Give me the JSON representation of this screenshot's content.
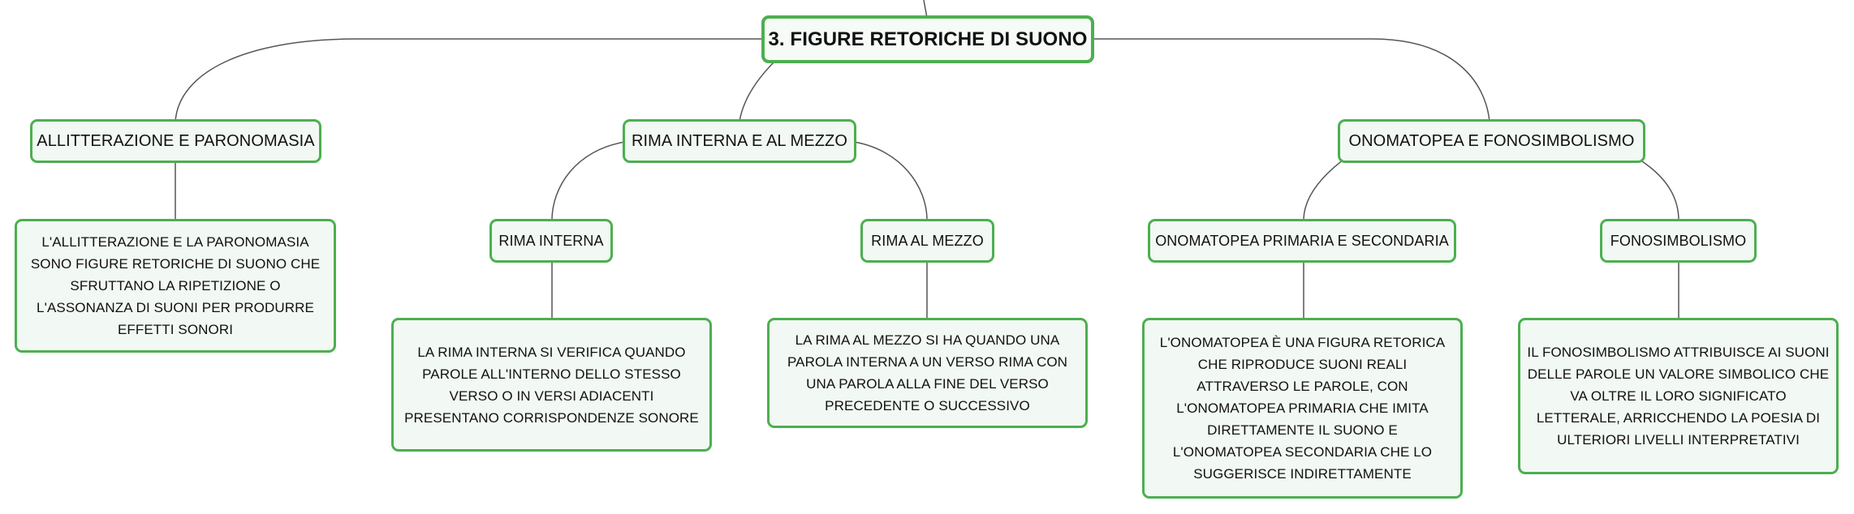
{
  "root": {
    "title": "3. FIGURE RETORICHE DI SUONO"
  },
  "branches": {
    "allitterazione": {
      "title": "ALLITTERAZIONE E PARONOMASIA",
      "description": "L'ALLITTERAZIONE E LA PARONOMASIA SONO FIGURE RETORICHE DI SUONO CHE SFRUTTANO LA RIPETIZIONE O L'ASSONANZA DI SUONI PER PRODURRE EFFETTI SONORI"
    },
    "rima": {
      "title": "RIMA INTERNA E AL MEZZO",
      "interna": {
        "title": "RIMA INTERNA",
        "description": "LA RIMA INTERNA SI VERIFICA QUANDO PAROLE ALL'INTERNO DELLO STESSO VERSO O IN VERSI ADIACENTI PRESENTANO CORRISPONDENZE SONORE"
      },
      "mezzo": {
        "title": "RIMA AL MEZZO",
        "description": "LA RIMA AL MEZZO SI HA QUANDO UNA PAROLA INTERNA A UN VERSO RIMA CON UNA PAROLA ALLA FINE DEL VERSO PRECEDENTE O SUCCESSIVO"
      }
    },
    "onomatopea": {
      "title": "ONOMATOPEA E FONOSIMBOLISMO",
      "primaria": {
        "title": "ONOMATOPEA PRIMARIA E SECONDARIA",
        "description": "L'ONOMATOPEA È UNA FIGURA RETORICA CHE RIPRODUCE SUONI REALI ATTRAVERSO LE PAROLE, CON L'ONOMATOPEA PRIMARIA CHE IMITA DIRETTAMENTE IL SUONO E L'ONOMATOPEA SECONDARIA CHE LO SUGGERISCE INDIRETTAMENTE"
      },
      "fonosimbolismo": {
        "title": "FONOSIMBOLISMO",
        "description": "IL FONOSIMBOLISMO ATTRIBUISCE AI SUONI DELLE PAROLE UN VALORE SIMBOLICO CHE VA OLTRE IL LORO SIGNIFICATO LETTERALE, ARRICCHENDO LA POESIA DI ULTERIORI LIVELLI INTERPRETATIVI"
      }
    }
  },
  "colors": {
    "node_border": "#4caf50",
    "node_fill": "#f2f8f3",
    "connector": "#555555"
  }
}
